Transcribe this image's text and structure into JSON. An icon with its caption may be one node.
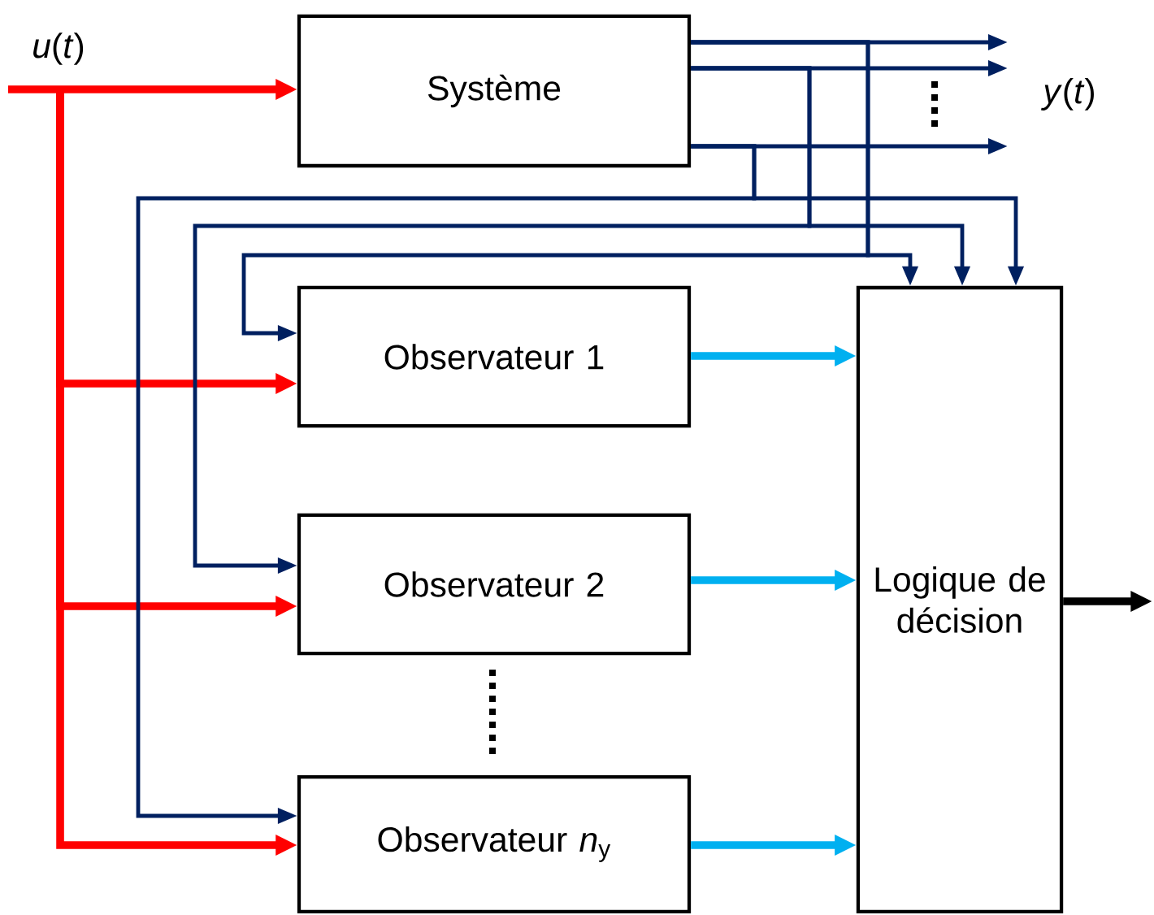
{
  "diagram": {
    "nodes": [
      {
        "text": [
          "*u*(*t*)"
        ]
      },
      {
        "text": [
          "Système"
        ]
      },
      {
        "text": [
          "Observateur 1"
        ]
      },
      {
        "text": [
          "Observateur 2"
        ]
      },
      {
        "text": [
          "Observateur *n*$_{y}$"
        ]
      },
      {
        "text": [
          "Logique de décision"
        ]
      }
    ],
    "edges": [
      {
        "from": 0,
        "to": 1,
        "arrow": "to",
        "style": "thick",
        "color": "#ff0000"
      },
      {
        "from": 0,
        "to": 2,
        "arrow": "to",
        "style": "thick",
        "color": "#ff0000"
      },
      {
        "from": 0,
        "to": 3,
        "arrow": "to",
        "style": "thick",
        "color": "#ff0000"
      },
      {
        "from": 0,
        "to": 4,
        "arrow": "to",
        "style": "thick",
        "color": "#ff0000"
      },
      {
        "from": 1,
        "to": null,
        "arrow": "to"
      },
      {
        "from": 1,
        "to": null,
        "arrow": "to"
      },
      {
        "from": 1,
        "to": null,
        "arrow": "to"
      },
      {
        "from": 1,
        "to": 2,
        "arrow": "to"
      },
      {
        "from": 1,
        "to": 5,
        "arrow": "to"
      },
      {
        "from": 1,
        "to": 3,
        "arrow": "to"
      },
      {
        "from": 1,
        "to": 5,
        "arrow": "to"
      },
      {
        "from": 1,
        "to": 4,
        "arrow": "to"
      },
      {
        "from": 1,
        "to": 5,
        "arrow": "to"
      },
      {
        "from": 2,
        "to": 5,
        "arrow": "to",
        "style": "thick",
        "color": "#00b0f0"
      },
      {
        "from": 3,
        "to": 5,
        "arrow": "to",
        "style": "thick",
        "color": "#00b0f0"
      },
      {
        "from": 4,
        "to": 5,
        "arrow": "to",
        "style": "thick",
        "color": "#00b0f0"
      },
      {
        "from": 5,
        "to": null,
        "arrow": "to",
        "style": "thick",
        "color": "#000000"
      }
    ],
    "labels": [
      "*y*(*t*)"
    ]
  }
}
